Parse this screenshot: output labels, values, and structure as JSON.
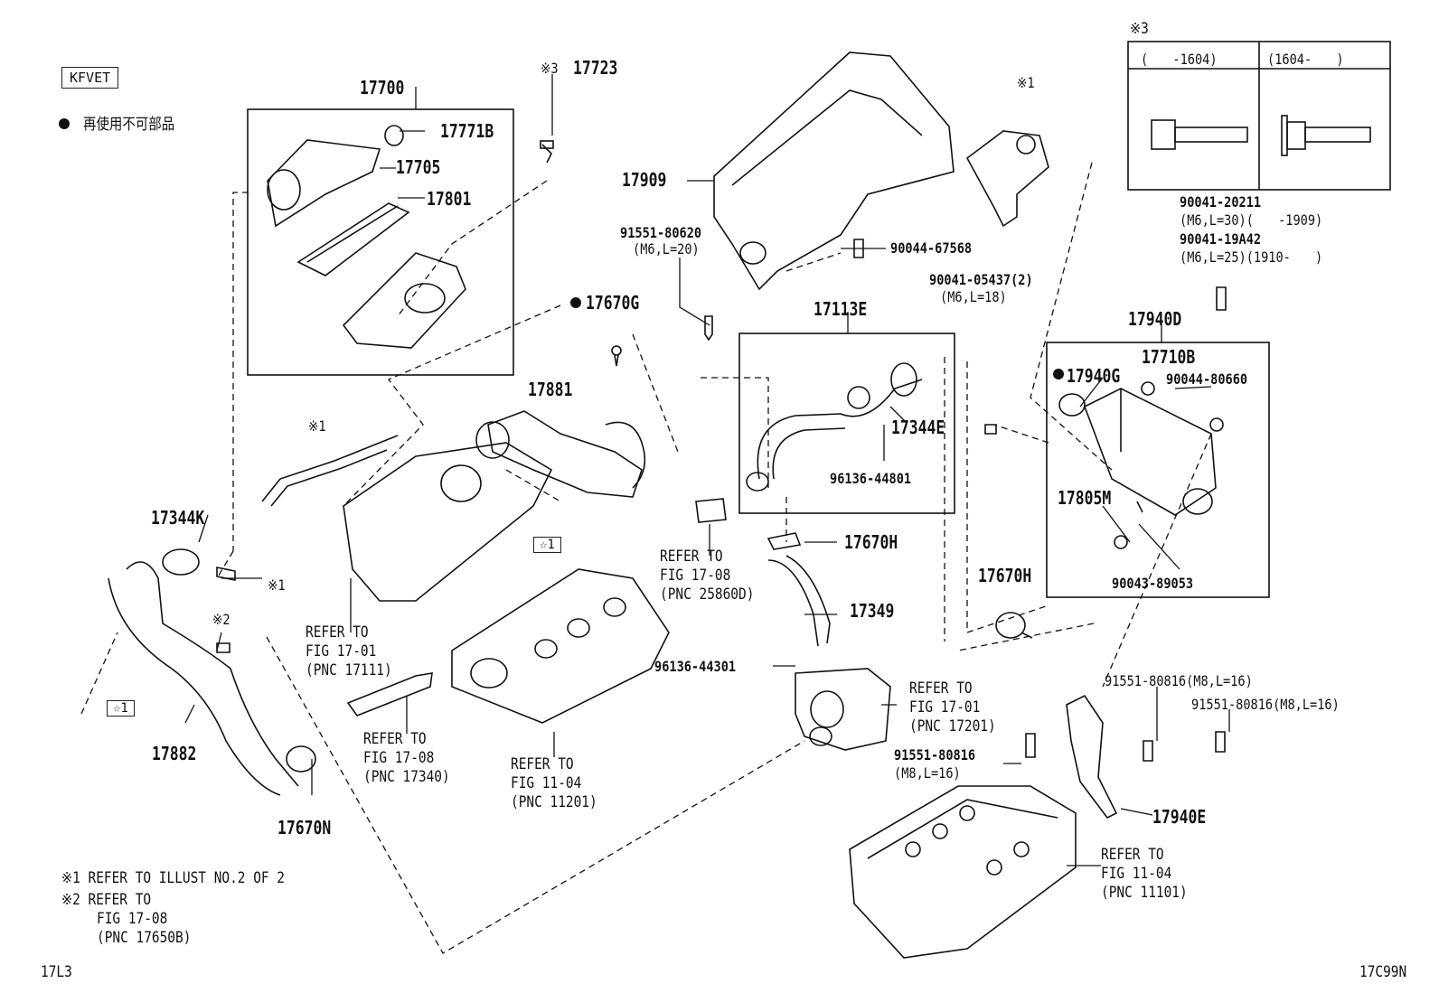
{
  "badge": "KFVET",
  "legend_non_reusable": "再使用不可部品",
  "kome3_header": "※3",
  "kome3_table": {
    "col1": "(　　-1604)",
    "col2": "(1604-　　)"
  },
  "fastener_table_bolts": [
    {
      "part": "90041-20211",
      "spec": "(M6,L=30)(　　-1909)"
    },
    {
      "part": "90041-19A42",
      "spec": "(M6,L=25)(1910-　　)"
    }
  ],
  "callouts": {
    "p17700": "17700",
    "p17723": "17723",
    "p17723_mark": "※3",
    "p17771B": "17771B",
    "p17705": "17705",
    "p17801": "17801",
    "p17909": "17909",
    "kome1_top": "※1",
    "p91551_80620": "91551-80620",
    "p91551_80620_spec": "(M6,L=20)",
    "p90044_67568": "90044-67568",
    "p90041_05437": "90041-05437(2)",
    "p90041_05437_spec": "(M6,L=18)",
    "p17670G": "17670G",
    "p17881": "17881",
    "p17113E": "17113E",
    "p17344E": "17344E",
    "p96136_44801": "96136-44801",
    "p17940D": "17940D",
    "p17710B": "17710B",
    "p17940G": "17940G",
    "p90044_80660": "90044-80660",
    "p17805M": "17805M",
    "p90043_89053": "90043-89053",
    "p17344K": "17344K",
    "kome1_a": "※1",
    "kome1_b": "※1",
    "kome2": "※2",
    "star1_a": "☆1",
    "star1_b": "☆1",
    "p17882": "17882",
    "p17670N": "17670N",
    "p17670H_a": "17670H",
    "p17349": "17349",
    "p17670H_b": "17670H",
    "p96136_44301": "96136-44301",
    "p91551_80816_a": "91551-80816(M8,L=16)",
    "p91551_80816_b": "91551-80816(M8,L=16)",
    "p91551_80816_c": "91551-80816",
    "p91551_80816_c_spec": "(M8,L=16)",
    "p17940E": "17940E"
  },
  "refer": {
    "r17111": [
      "REFER TO",
      "FIG 17-01",
      "(PNC 17111)"
    ],
    "r17340": [
      "REFER TO",
      "FIG 17-08",
      "(PNC 17340)"
    ],
    "r11201": [
      "REFER TO",
      "FIG 11-04",
      "(PNC 11201)"
    ],
    "r25860D": [
      "REFER TO",
      "FIG 17-08",
      "(PNC 25860D)"
    ],
    "r17201": [
      "REFER TO",
      "FIG 17-01",
      "(PNC 17201)"
    ],
    "r11101": [
      "REFER TO",
      "FIG 11-04",
      "(PNC 11101)"
    ]
  },
  "footnotes": {
    "n1": "※1 REFER TO ILLUST NO.2 OF 2",
    "n2a": "※2 REFER TO",
    "n2b": "FIG 17-08",
    "n2c": "(PNC 17650B)"
  },
  "footer_left": "17L3",
  "footer_right": "17C99N"
}
